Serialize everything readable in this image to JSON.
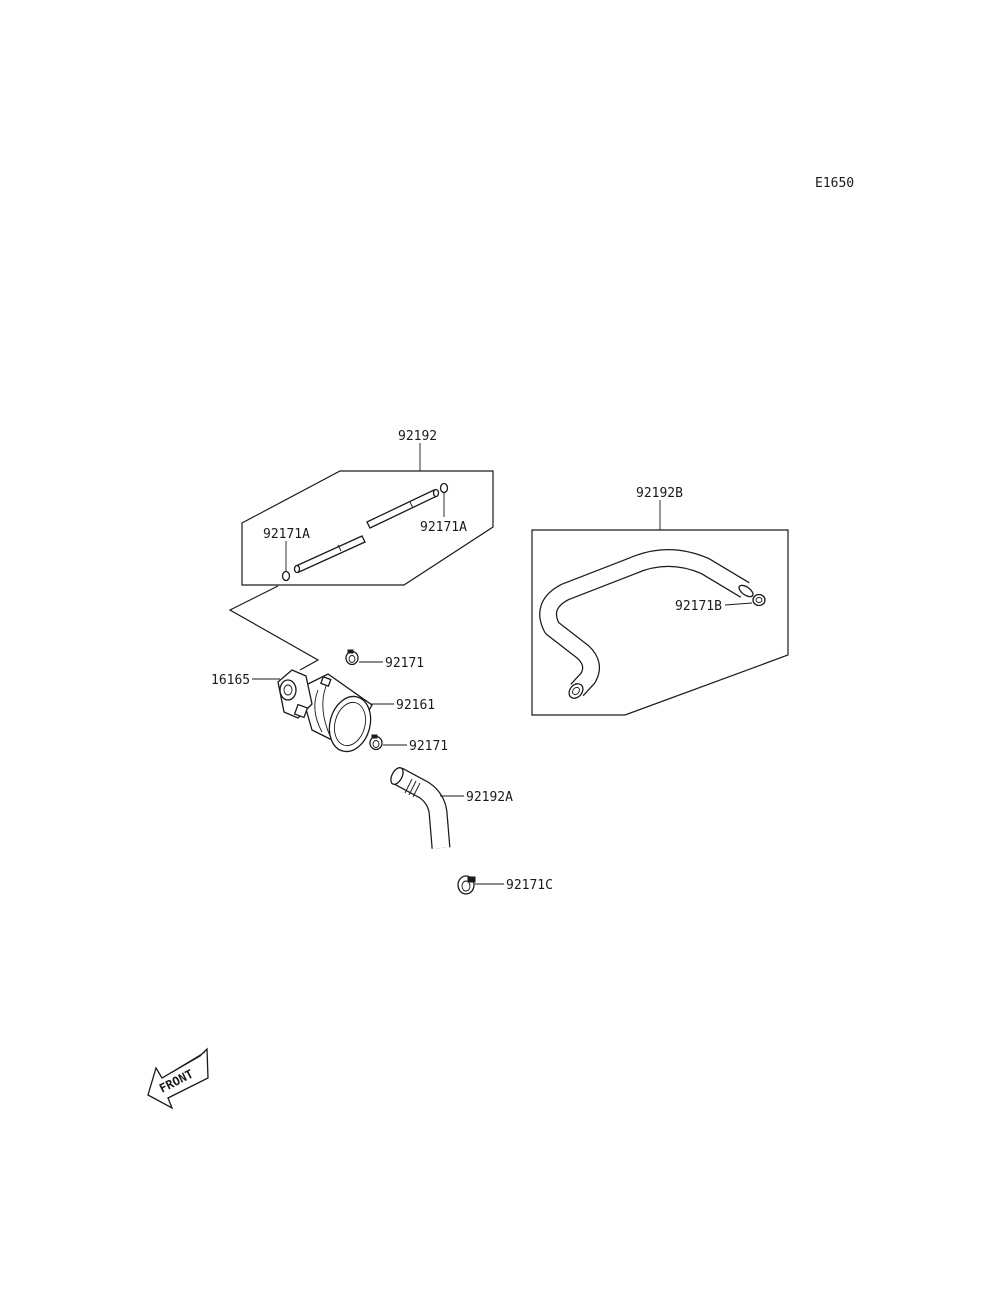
{
  "diagram": {
    "code": "E1650",
    "labels": {
      "p92192": "92192",
      "p92171A_left": "92171A",
      "p92171A_right": "92171A",
      "p92192B": "92192B",
      "p92171B": "92171B",
      "p92171_top": "92171",
      "p16165": "16165",
      "p92161": "92161",
      "p92171_bottom": "92171",
      "p92192A": "92192A",
      "p92171C": "92171C"
    },
    "front_arrow_text": "FRONT"
  }
}
